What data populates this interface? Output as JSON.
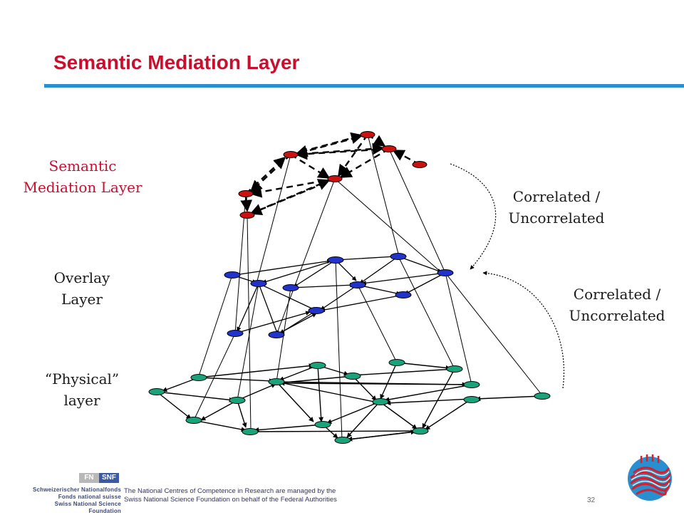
{
  "slide": {
    "title": "Semantic Mediation Layer",
    "page_number": "32"
  },
  "labels": {
    "semantic": "Semantic\nMediation Layer",
    "overlay": "Overlay\nLayer",
    "physical": "“Physical”\nlayer",
    "correlated_top": "Correlated /\nUncorrelated",
    "correlated_bottom": "Correlated /\nUncorrelated"
  },
  "footer": {
    "line1": "The National Centres of Competence in Research are managed by the",
    "line2": "Swiss National Science Foundation on behalf of the Federal Authorities",
    "snsf_de": "Schweizerischer Nationalfonds",
    "snsf_fr": "Fonds national suisse",
    "snsf_en": "Swiss National Science Foundation",
    "logo_left": "FN",
    "logo_right": "SNF"
  },
  "colors": {
    "title": "#c8102e",
    "rule": "#2a8fd0",
    "semantic_node": "#cc1111",
    "overlay_node": "#2233cc",
    "physical_node": "#1aa37a"
  }
}
